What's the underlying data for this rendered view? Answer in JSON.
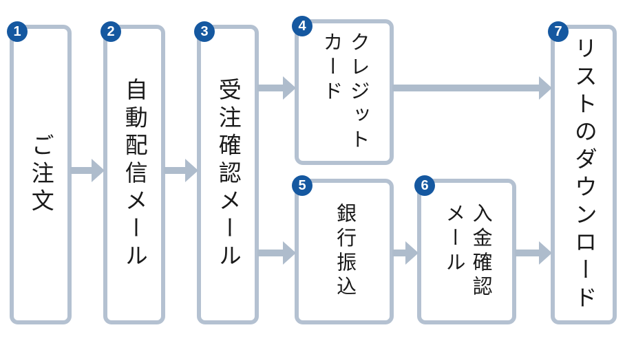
{
  "diagram": {
    "type": "flowchart",
    "colors": {
      "node_border": "#b4c1d1",
      "arrow": "#aebccc",
      "number_badge": "#1558a0",
      "text": "#1a1a1a",
      "background": "#ffffff"
    },
    "nodes": [
      {
        "num": "1",
        "label": "ご注文"
      },
      {
        "num": "2",
        "label": "自動配信メール"
      },
      {
        "num": "3",
        "label": "受注確認メール"
      },
      {
        "num": "4",
        "label": "クレジット\nカード"
      },
      {
        "num": "5",
        "label": "銀行振込"
      },
      {
        "num": "6",
        "label": "入金確認\nメール"
      },
      {
        "num": "7",
        "label": "リストのダウンロード"
      }
    ],
    "edges": [
      {
        "from": "1",
        "to": "2"
      },
      {
        "from": "2",
        "to": "3"
      },
      {
        "from": "3",
        "to": "4"
      },
      {
        "from": "3",
        "to": "5"
      },
      {
        "from": "4",
        "to": "7"
      },
      {
        "from": "5",
        "to": "6"
      },
      {
        "from": "6",
        "to": "7"
      }
    ]
  }
}
